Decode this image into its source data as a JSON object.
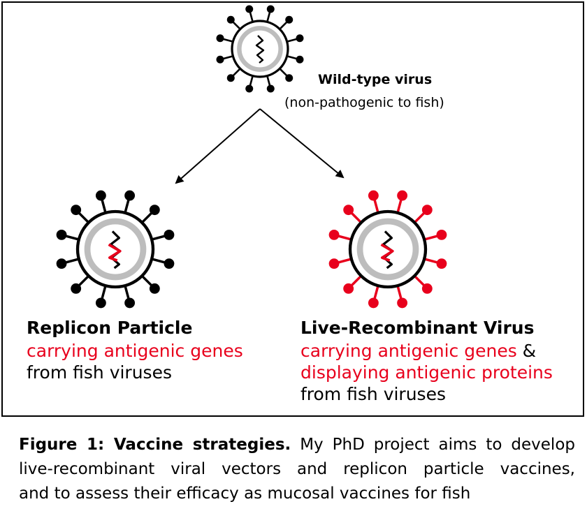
{
  "wild_type": {
    "title": "Wild-type virus",
    "subtitle": "(non-pathogenic to fish)"
  },
  "replicon": {
    "title": "Replicon Particle",
    "line1": "carrying antigenic genes",
    "line2": "from fish viruses"
  },
  "recombinant": {
    "title": "Live-Recombinant Virus",
    "line1_red": "carrying antigenic genes",
    "line1_amp": " &",
    "line2": "displaying antigenic proteins",
    "line3": "from fish viruses"
  },
  "caption": {
    "bold": "Figure 1: Vaccine strategies.",
    "line1_rest": " My PhD project aims to develop",
    "line2": "live-recombinant viral vectors and replicon particle vaccines,",
    "line3": "and to assess their efficacy as mucosal vaccines for fish"
  },
  "colors": {
    "red": "#e8001c",
    "black": "#000000",
    "membrane_gray": "#bdbdbd"
  }
}
